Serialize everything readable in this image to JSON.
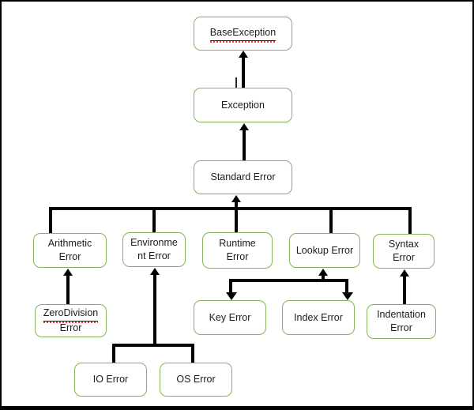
{
  "colors": {
    "node_border": "#84b45e",
    "connector": "#000000",
    "text": "#1c1c1c",
    "spellcheck_squiggle": "#f03b2e",
    "frame_border": "#000000",
    "background": "#ffffff"
  },
  "nodes": {
    "base_exception": {
      "lines": [
        "BaseException"
      ],
      "underlined": true,
      "spellcheck": true
    },
    "exception": {
      "lines": [
        "Exception"
      ]
    },
    "standard_error": {
      "lines": [
        "Standard Error"
      ]
    },
    "arithmetic_error": {
      "lines": [
        "Arithmetic",
        "Error"
      ]
    },
    "environment_error": {
      "lines": [
        "Environme",
        "nt Error"
      ]
    },
    "runtime_error": {
      "lines": [
        "Runtime",
        "Error"
      ]
    },
    "lookup_error": {
      "lines": [
        "Lookup Error"
      ]
    },
    "syntax_error": {
      "lines": [
        "Syntax",
        "Error"
      ]
    },
    "zero_division_error": {
      "lines": [
        "ZeroDivision",
        "Error"
      ],
      "underlined": true,
      "spellcheck": true
    },
    "key_error": {
      "lines": [
        "Key Error"
      ]
    },
    "index_error": {
      "lines": [
        "Index Error"
      ]
    },
    "indentation_error": {
      "lines": [
        "Indentation",
        "Error"
      ]
    },
    "io_error": {
      "lines": [
        "IO Error"
      ]
    },
    "os_error": {
      "lines": [
        "OS Error"
      ]
    }
  }
}
